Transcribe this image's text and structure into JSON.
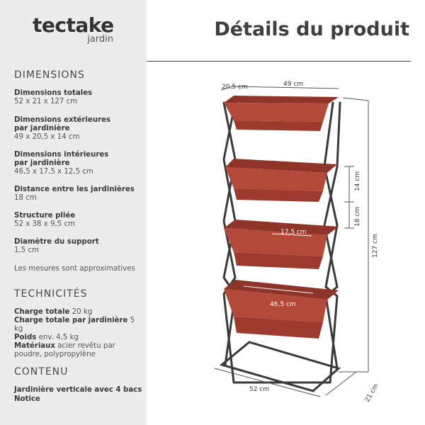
{
  "brand": {
    "name": "tectake",
    "sub": "jardin"
  },
  "headline": "Détails du produit",
  "dimensions": {
    "title": "DIMENSIONS",
    "items": [
      {
        "label": "Dimensions totales",
        "value": "52 x 21 x 127 cm"
      },
      {
        "label": "Dimensions extérieures par jardinière",
        "value": "49 x 20,5 x 14 cm"
      },
      {
        "label": "Dimensions intérieures par jardinière",
        "value": "46,5 x 17,5 x 12,5 cm"
      },
      {
        "label": "Distance entre les jardinières",
        "value": "18 cm"
      },
      {
        "label": "Structure pliée",
        "value": "52 x 38 x 9,5 cm"
      },
      {
        "label": "Diamètre du support",
        "value": "1,5 cm"
      }
    ],
    "note": "Les mesures sont approximatives"
  },
  "technicites": {
    "title": "TECHNICITÉS",
    "items": [
      {
        "label": "Charge totale",
        "value": "20 kg"
      },
      {
        "label": "Charge totale par jardinière",
        "value": "5 kg"
      },
      {
        "label": "Poids",
        "value": "env. 4,5 kg"
      },
      {
        "label": "Matériaux",
        "value": "acier revêtu par poudre, polypropylène"
      }
    ]
  },
  "contenu": {
    "title": "CONTENU",
    "items": [
      "Jardinière verticale avec 4 bacs",
      "Notice"
    ]
  },
  "figure": {
    "labels": {
      "depth_top": "20,5 cm",
      "width_top": "49 cm",
      "height_box": "14 cm",
      "gap": "18 cm",
      "total_height": "127 cm",
      "inner_depth": "17,5 cm",
      "inner_width": "46,5 cm",
      "base_width": "52 cm",
      "base_depth": "21 cm"
    },
    "colors": {
      "planter": "#b4493a",
      "planter_dark": "#8e3428",
      "frame": "#3a3a3a"
    }
  }
}
